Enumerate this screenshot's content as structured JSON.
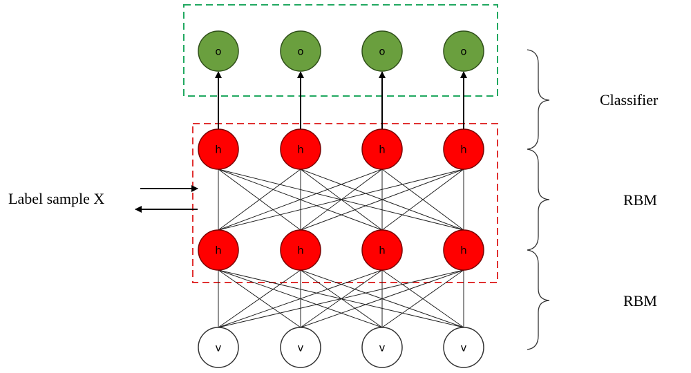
{
  "nodes": {
    "output_letter": "o",
    "hidden_letter": "h",
    "visible_letter": "v"
  },
  "labels": {
    "classifier": "Classifier",
    "rbm_upper": "RBM",
    "rbm_lower": "RBM",
    "label_sample": "Label sample X"
  },
  "colors": {
    "output_fill": "#6a9f3e",
    "hidden_fill": "#ff0000",
    "visible_fill": "#ffffff",
    "classifier_box": "#20a860",
    "rbm_box": "#e03030"
  }
}
